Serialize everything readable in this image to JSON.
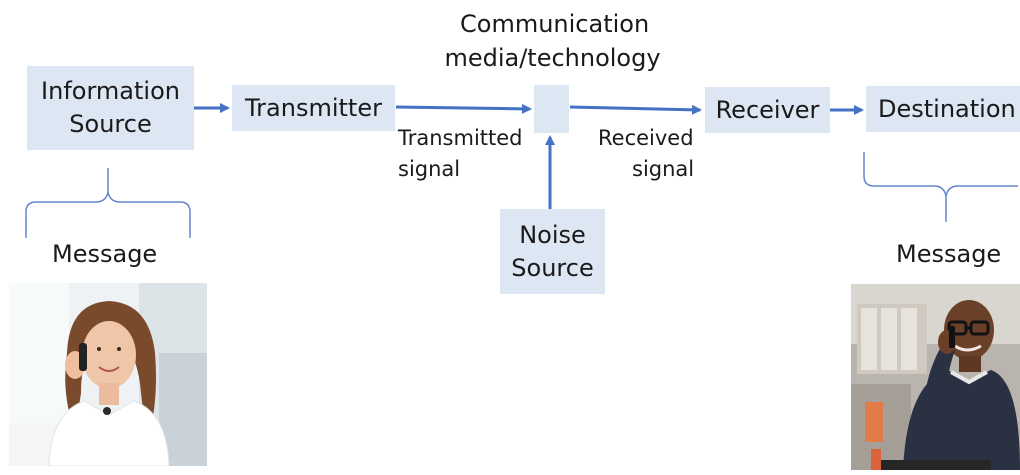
{
  "diagram": {
    "boxes": {
      "information_source": "Information Source",
      "transmitter": "Transmitter",
      "receiver": "Receiver",
      "destination": "Destination",
      "noise_source": "Noise Source"
    },
    "labels": {
      "channel_title_line1": "Communication",
      "channel_title_line2": "media/technology",
      "transmitted_line1": "Transmitted",
      "transmitted_line2": "signal",
      "received_line1": "Received",
      "received_line2": "signal",
      "message_left": "Message",
      "message_right": "Message"
    },
    "colors": {
      "box_fill": "#dde6f3",
      "arrow": "#4472c4",
      "brace": "#4472c4"
    },
    "photos": {
      "left": "woman-on-phone-photo",
      "right": "man-on-phone-photo"
    }
  }
}
